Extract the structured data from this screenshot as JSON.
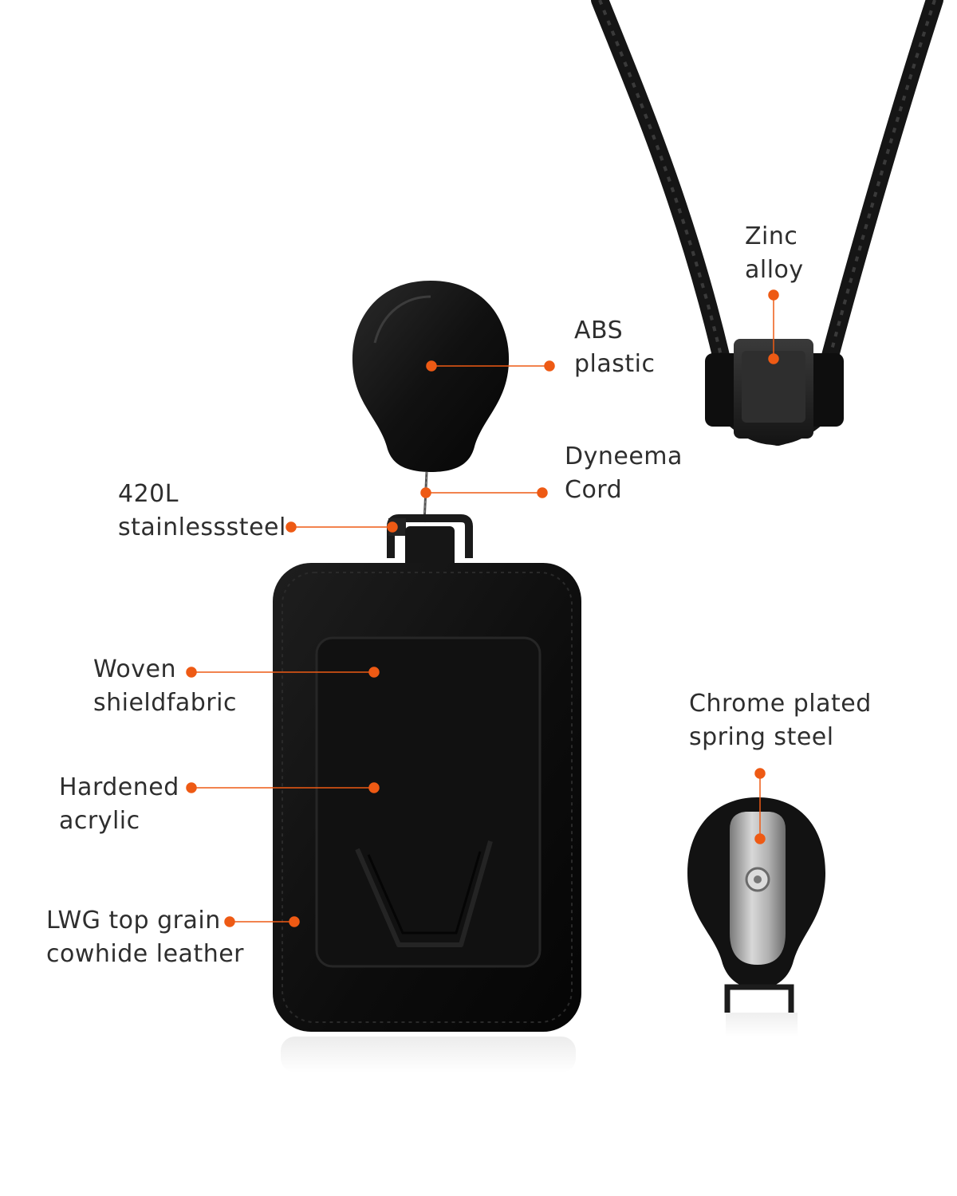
{
  "accent_color": "#ee5a14",
  "product_color": "#121212",
  "metal_color": "#a9a9a9",
  "callouts": [
    {
      "id": "zinc",
      "line1": "Zinc",
      "line2": "alloy"
    },
    {
      "id": "abs",
      "line1": "ABS",
      "line2": "plastic"
    },
    {
      "id": "dyneema",
      "line1": "Dyneema",
      "line2": "Cord"
    },
    {
      "id": "steel420",
      "line1": "420L",
      "line2": "stainlesssteel"
    },
    {
      "id": "woven",
      "line1": "Woven",
      "line2": "shieldfabric"
    },
    {
      "id": "acrylic",
      "line1": "Hardened",
      "line2": "acrylic"
    },
    {
      "id": "leather",
      "line1": "LWG top grain",
      "line2": "cowhide leather"
    },
    {
      "id": "chrome",
      "line1": "Chrome plated",
      "line2": "spring steel"
    }
  ],
  "icons": [
    "lanyard-cord-image",
    "zinc-clasp-image",
    "retractable-reel-image",
    "card-holder-image",
    "belt-clip-image"
  ]
}
